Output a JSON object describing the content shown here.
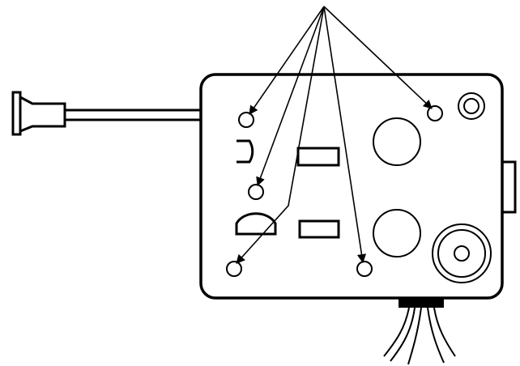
{
  "diagram": {
    "description_visible_text": "",
    "colors": {
      "stroke": "#000000",
      "fill": "#ffffff"
    },
    "components": {
      "mounting_holes": 5,
      "large_circles": 2,
      "d_shaped_openings": 2,
      "rectangular_slots": 2,
      "wire_bundle_wires": 5
    }
  }
}
